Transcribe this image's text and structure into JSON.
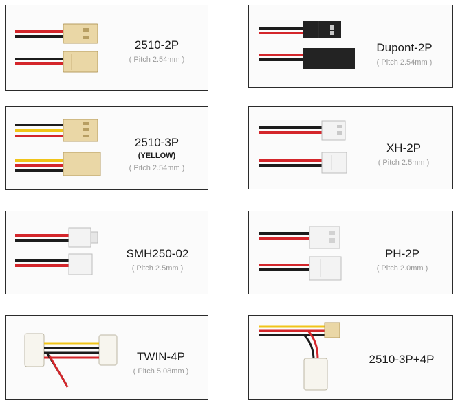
{
  "connectors": [
    {
      "name": "2510-2P",
      "pitch": "( Pitch 2.54mm )"
    },
    {
      "name": "Dupont-2P",
      "pitch": "( Pitch 2.54mm )"
    },
    {
      "name": "2510-3P",
      "sub": "(YELLOW)",
      "pitch": "( Pitch 2.54mm )"
    },
    {
      "name": "XH-2P",
      "pitch": "( Pitch 2.5mm )"
    },
    {
      "name": "SMH250-02",
      "pitch": "( Pitch 2.5mm )"
    },
    {
      "name": "PH-2P",
      "pitch": "( Pitch 2.0mm )"
    },
    {
      "name": "TWIN-4P",
      "pitch": "( Pitch 5.08mm )"
    },
    {
      "name": "2510-3P+4P"
    }
  ],
  "colors": {
    "wire_red": "#d4262b",
    "wire_black": "#1c1c1c",
    "wire_yellow": "#f0c419",
    "housing_beige": "#ead7a6",
    "housing_white": "#f3f3f3",
    "housing_black": "#232323",
    "molex_white": "#f7f5ee"
  }
}
